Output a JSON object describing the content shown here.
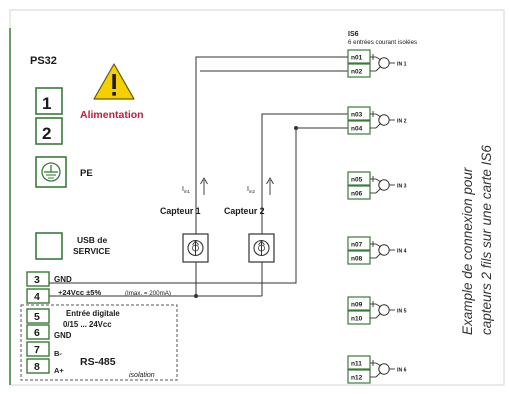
{
  "ps32": {
    "title": "PS32",
    "terminal_1": "1",
    "terminal_2": "2",
    "alimentation": "Alimentation",
    "pe_label": "PE",
    "usb_line1": "USB de",
    "usb_line2": "SERVICE"
  },
  "bottom_block": {
    "t3": "3",
    "t4": "4",
    "t5": "5",
    "t6": "6",
    "t7": "7",
    "t8": "8",
    "gnd3": "GND",
    "vcc4": "+24Vcc ±5%",
    "imax": "(Imax. = 200mA)",
    "entree_line1": "Entrée digitale",
    "entree_line2": "0/15 ... 24Vcc",
    "gnd6": "GND",
    "b_minus": "B-",
    "a_plus": "A+",
    "rs485": "RS-485",
    "isolation": "isolation"
  },
  "sensors": {
    "capteur1": "Capteur 1",
    "capteur2": "Capteur 2",
    "i1": "I",
    "i1_sub": "in1",
    "i2": "I",
    "i2_sub": "in2"
  },
  "is6": {
    "title": "IS6",
    "subtitle": "6 entrées courant isolées",
    "terminals": [
      {
        "top": "n01",
        "bottom": "n02",
        "label": "IN 1"
      },
      {
        "top": "n03",
        "bottom": "n04",
        "label": "IN 2"
      },
      {
        "top": "n05",
        "bottom": "n06",
        "label": "IN 3"
      },
      {
        "top": "n07",
        "bottom": "n08",
        "label": "IN 4"
      },
      {
        "top": "n09",
        "bottom": "n10",
        "label": "IN 5"
      },
      {
        "top": "n11",
        "bottom": "n12",
        "label": "IN 6"
      }
    ]
  },
  "side_text": {
    "line1": "Example de connexion pour",
    "line2": "capteurs  2 fils sur une carte IS6"
  },
  "colors": {
    "frame_green": "#3a7a3a",
    "accent_red": "#c0203a",
    "warning_yellow": "#f5d000",
    "wire": "#333333"
  }
}
